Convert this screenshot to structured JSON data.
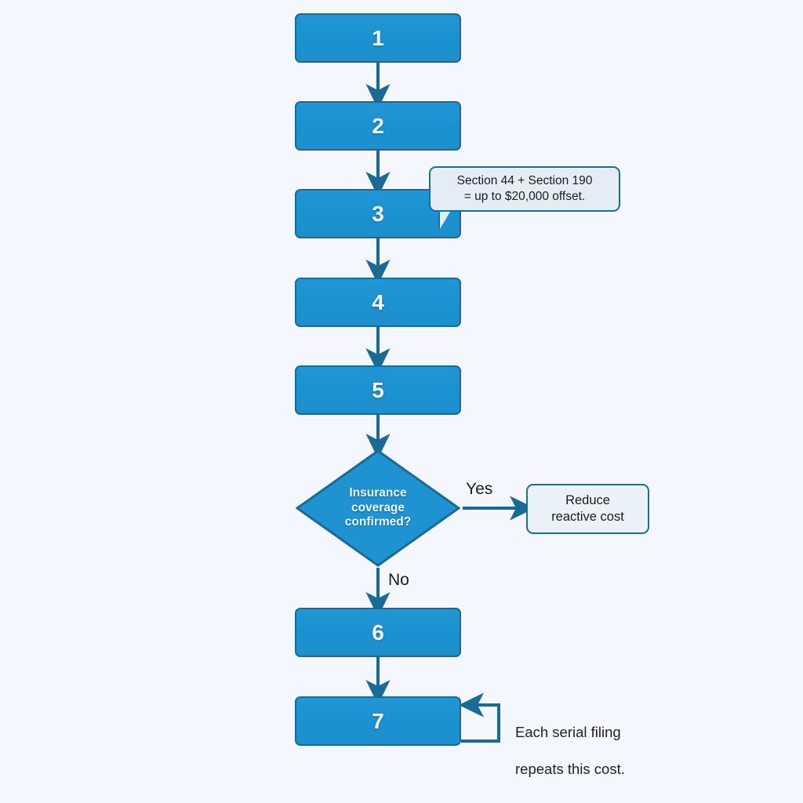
{
  "diagram": {
    "title": "Insurance coverage cost flowchart",
    "background_color": "#f4f7fd",
    "node_fill_color": "#1f93d1",
    "node_border_color": "#1a6a96",
    "arrow_color": "#1a6a96",
    "accent_light_fill": "#eaf2f8",
    "text_dark": "#1c1c1c",
    "text_light": "#f2fbff"
  },
  "nodes": [
    {
      "id": "n1",
      "label": "1",
      "shape": "rect"
    },
    {
      "id": "n2",
      "label": "2",
      "shape": "rect"
    },
    {
      "id": "n3",
      "label": "3",
      "shape": "rect"
    },
    {
      "id": "n4",
      "label": "4",
      "shape": "rect"
    },
    {
      "id": "n5",
      "label": "5",
      "shape": "rect"
    },
    {
      "id": "n6",
      "label": "6",
      "shape": "rect"
    },
    {
      "id": "n7",
      "label": "7",
      "shape": "rect"
    }
  ],
  "decision": {
    "line1": "Insurance",
    "line2": "coverage",
    "line3": "confirmed?"
  },
  "outcome": {
    "line1": "Reduce",
    "line2": "reactive cost"
  },
  "callout": {
    "line1": "Section 44 + Section 190",
    "line2": "= up to $20,000 offset."
  },
  "edge_labels": {
    "yes": "Yes",
    "no": "No"
  },
  "loop_note": {
    "line1": "Each serial filing",
    "line2": "repeats this cost."
  }
}
